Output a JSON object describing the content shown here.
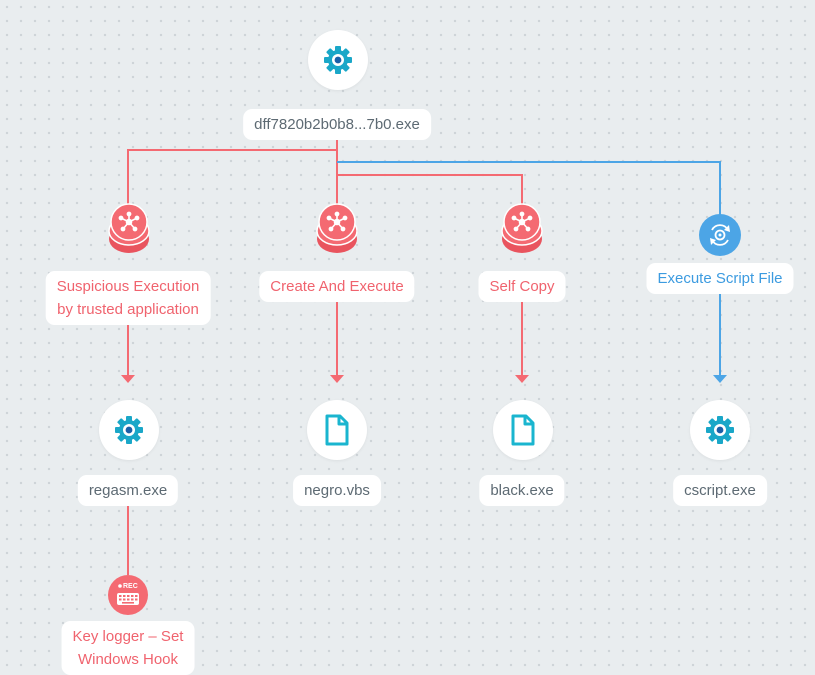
{
  "colors": {
    "red": "#f46a72",
    "blue": "#4ca5e6",
    "teal": "#1aa7c8",
    "text": "#5d6a73"
  },
  "root": {
    "label": "dff7820b2b0b8...7b0.exe",
    "icon": "gear-icon"
  },
  "behaviors": [
    {
      "label_line1": "Suspicious Execution",
      "label_line2": "by trusted application",
      "icon": "network-stack-icon"
    },
    {
      "label_line1": "Create And Execute",
      "icon": "network-stack-icon"
    },
    {
      "label_line1": "Self Copy",
      "icon": "network-stack-icon"
    },
    {
      "label_line1": "Execute Script File",
      "icon": "refresh-gear-icon"
    }
  ],
  "children": [
    {
      "label": "regasm.exe",
      "icon": "gear-icon"
    },
    {
      "label": "negro.vbs",
      "icon": "file-icon"
    },
    {
      "label": "black.exe",
      "icon": "file-icon"
    },
    {
      "label": "cscript.exe",
      "icon": "gear-icon"
    }
  ],
  "keylogger": {
    "badge": "REC",
    "label_line1": "Key logger – Set",
    "label_line2": "Windows Hook",
    "icon": "keyboard-icon"
  }
}
